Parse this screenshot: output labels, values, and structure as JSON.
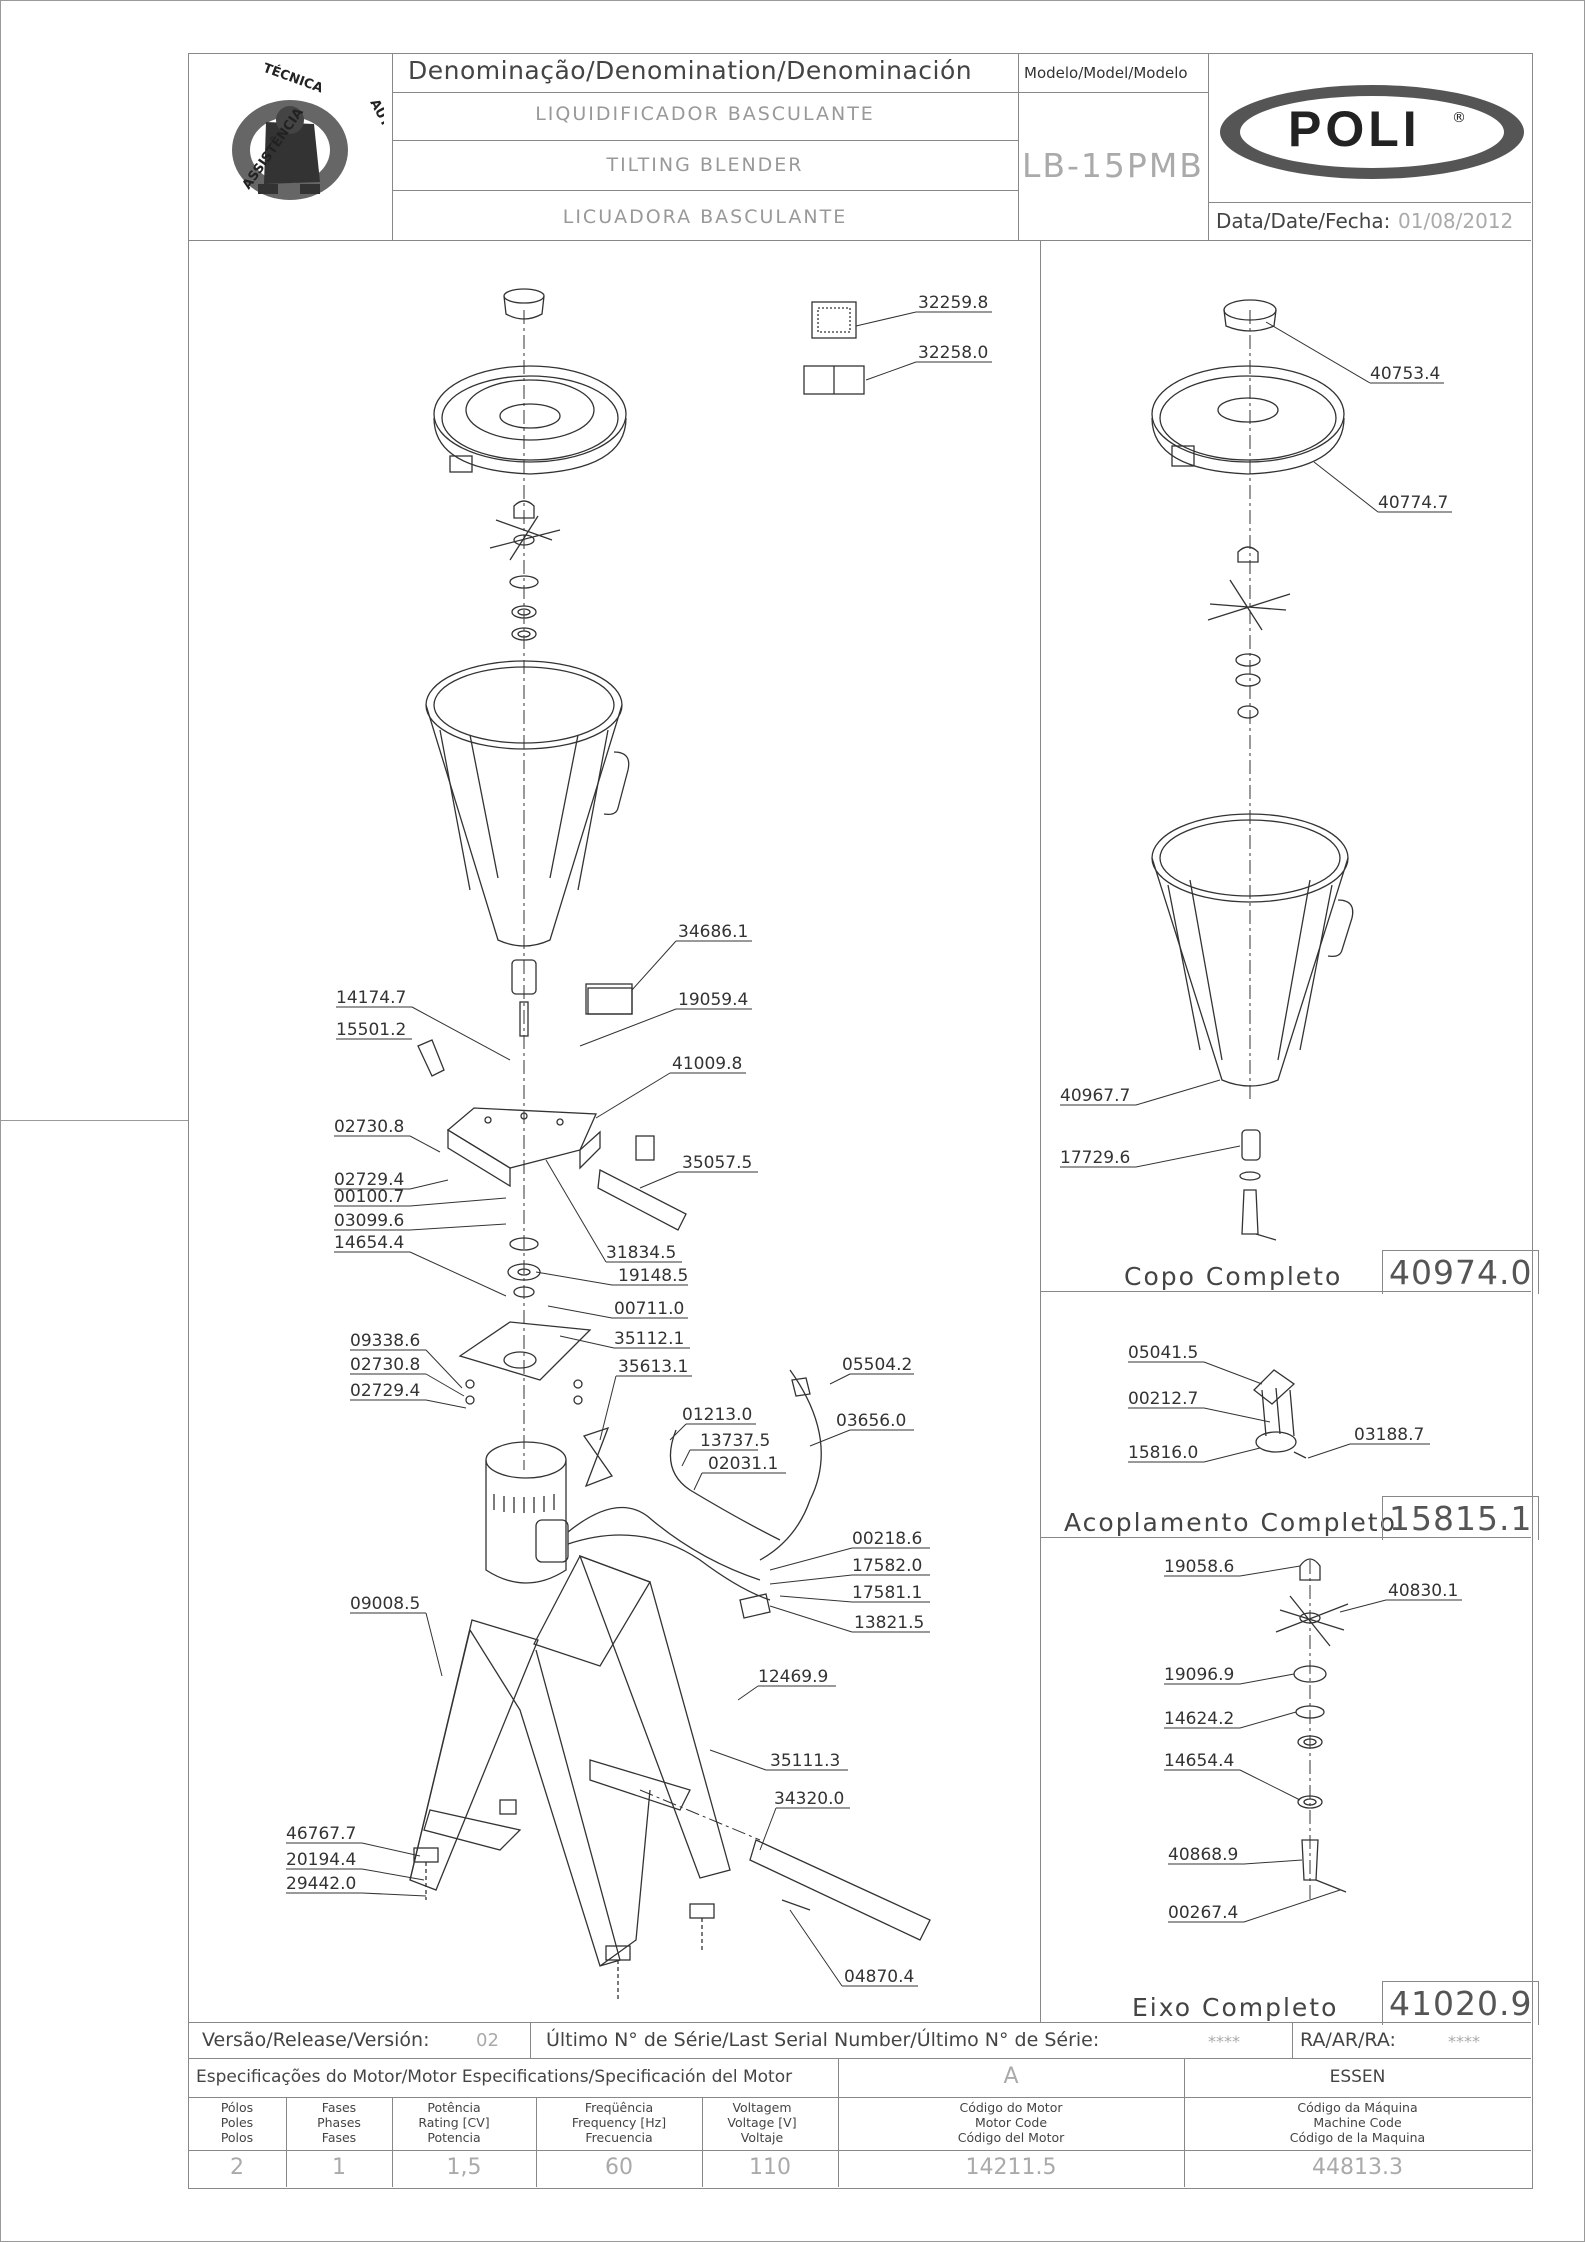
{
  "header": {
    "denomination_title": "Denominação/Denomination/Denominación",
    "names": [
      "LIQUIDIFICADOR BASCULANTE",
      "TILTING BLENDER",
      "LICUADORA BASCULANTE"
    ],
    "model_label": "Modelo/Model/Modelo",
    "model_value": "LB-15PMB",
    "brand": "POLI",
    "brand_reg": "®",
    "date_label": "Data/Date/Fecha:",
    "date_value": "01/08/2012",
    "logo_text_top": "ASSISTÊNCIA TÉCNICA AUTORIZADA"
  },
  "main_parts": [
    {
      "code": "32259.8"
    },
    {
      "code": "32258.0"
    },
    {
      "code": "34686.1"
    },
    {
      "code": "14174.7"
    },
    {
      "code": "19059.4"
    },
    {
      "code": "15501.2"
    },
    {
      "code": "41009.8"
    },
    {
      "code": "02730.8"
    },
    {
      "code": "35057.5"
    },
    {
      "code": "02729.4"
    },
    {
      "code": "00100.7"
    },
    {
      "code": "03099.6"
    },
    {
      "code": "31834.5"
    },
    {
      "code": "14654.4"
    },
    {
      "code": "19148.5"
    },
    {
      "code": "00711.0"
    },
    {
      "code": "09338.6"
    },
    {
      "code": "35112.1"
    },
    {
      "code": "02730.8"
    },
    {
      "code": "35613.1"
    },
    {
      "code": "02729.4"
    },
    {
      "code": "05504.2"
    },
    {
      "code": "01213.0"
    },
    {
      "code": "03656.0"
    },
    {
      "code": "13737.5"
    },
    {
      "code": "02031.1"
    },
    {
      "code": "00218.6"
    },
    {
      "code": "17582.0"
    },
    {
      "code": "17581.1"
    },
    {
      "code": "09008.5"
    },
    {
      "code": "13821.5"
    },
    {
      "code": "12469.9"
    },
    {
      "code": "35111.3"
    },
    {
      "code": "34320.0"
    },
    {
      "code": "46767.7"
    },
    {
      "code": "20194.4"
    },
    {
      "code": "29442.0"
    },
    {
      "code": "04870.4"
    }
  ],
  "copo": {
    "title": "Copo Completo",
    "code": "40974.0",
    "parts": [
      {
        "code": "40753.4"
      },
      {
        "code": "40774.7"
      },
      {
        "code": "40967.7"
      },
      {
        "code": "17729.6"
      }
    ]
  },
  "acoplamento": {
    "title": "Acoplamento Completo",
    "code": "15815.1",
    "parts": [
      {
        "code": "05041.5"
      },
      {
        "code": "00212.7"
      },
      {
        "code": "03188.7"
      },
      {
        "code": "15816.0"
      }
    ]
  },
  "eixo": {
    "title": "Eixo Completo",
    "code": "41020.9",
    "parts": [
      {
        "code": "19058.6"
      },
      {
        "code": "40830.1"
      },
      {
        "code": "19096.9"
      },
      {
        "code": "14624.2"
      },
      {
        "code": "14654.4"
      },
      {
        "code": "40868.9"
      },
      {
        "code": "00267.4"
      }
    ]
  },
  "footer": {
    "version_label": "Versão/Release/Versión:",
    "version_value": "02",
    "serial_label": "Último N° de Série/Last Serial Number/Último N° de Série:",
    "serial_value": "****",
    "ra_label": "RA/AR/RA:",
    "ra_value": "****",
    "motor_spec_label": "Especificações do Motor/Motor Especifications/Specificación del Motor",
    "motor_letter": "A",
    "motor_brand": "ESSEN",
    "spec_headers": [
      [
        "Pólos",
        "Poles",
        "Polos"
      ],
      [
        "Fases",
        "Phases",
        "Fases"
      ],
      [
        "Potência",
        "Rating [CV]",
        "Potencia"
      ],
      [
        "Freqüência",
        "Frequency [Hz]",
        "Frecuencia"
      ],
      [
        "Voltagem",
        "Voltage [V]",
        "Voltaje"
      ],
      [
        "Código do Motor",
        "Motor Code",
        "Código del Motor"
      ],
      [
        "Código da Máquina",
        "Machine Code",
        "Código de la Maquina"
      ]
    ],
    "spec_values": [
      "2",
      "1",
      "1,5",
      "60",
      "110",
      "14211.5",
      "44813.3"
    ]
  }
}
